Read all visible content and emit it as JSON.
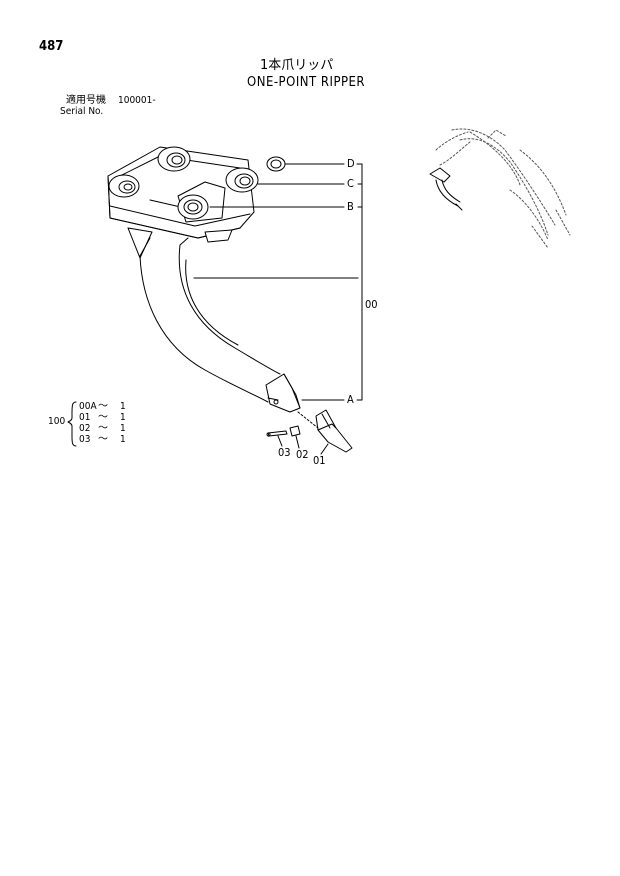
{
  "page_number": "487",
  "title_jp": "1本爪リッパ",
  "title_en": "ONE-POINT RIPPER",
  "serial": {
    "label_jp": "適用号機",
    "value": "100001-",
    "label_en": "Serial No."
  },
  "callouts": {
    "a": "A",
    "b": "B",
    "c": "C",
    "d": "D",
    "assembly": "00",
    "part_01": "01",
    "part_02": "02",
    "part_03": "03"
  },
  "kit": {
    "number": "100",
    "items": [
      {
        "part": "00A",
        "sep": "〜",
        "qty": "1"
      },
      {
        "part": "01",
        "sep": "〜",
        "qty": "1"
      },
      {
        "part": "02",
        "sep": "〜",
        "qty": "1"
      },
      {
        "part": "03",
        "sep": "〜",
        "qty": "1"
      }
    ]
  }
}
